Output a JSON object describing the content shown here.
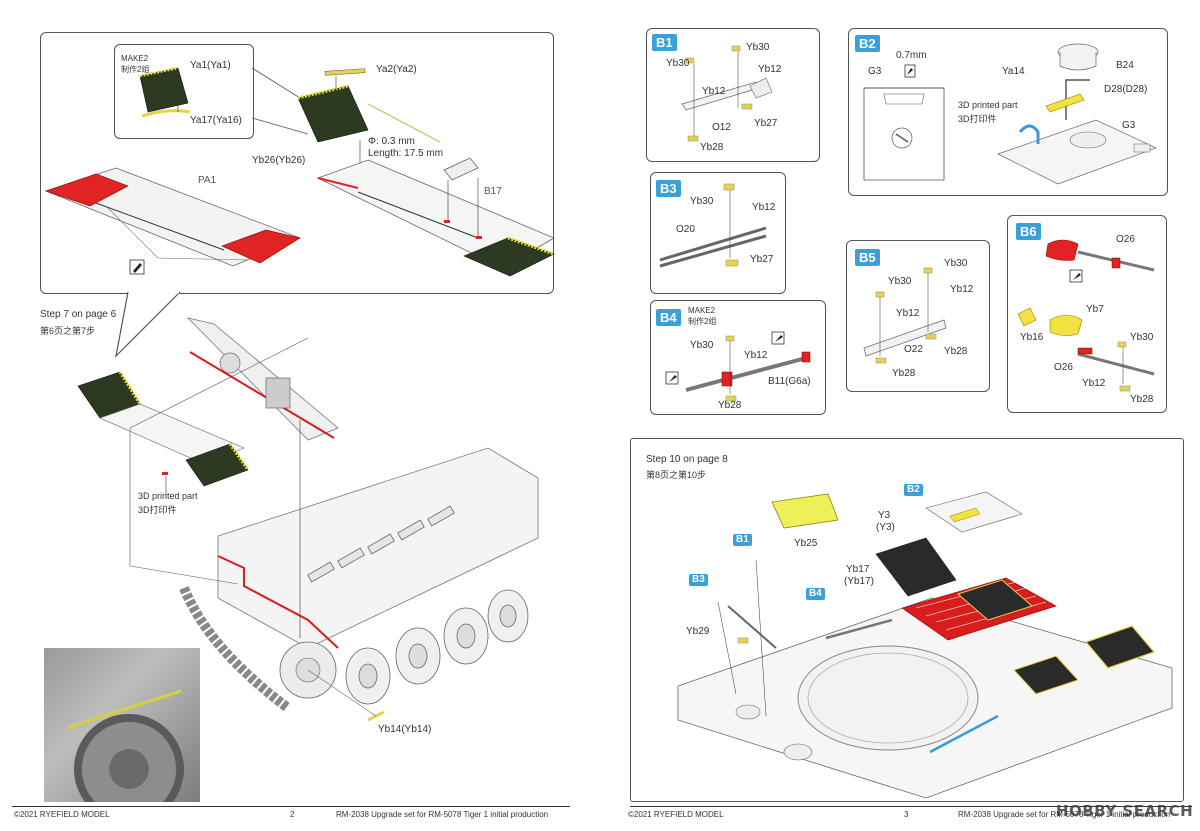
{
  "left_page": {
    "callout_labels": {
      "make2": "MAKE2",
      "make2_cn": "制作2组",
      "ya1": "Ya1(Ya1)",
      "ya17": "Ya17(Ya16)",
      "ya2": "Ya2(Ya2)",
      "yb26": "Yb26(Yb26)",
      "wire_dia": "Φ: 0.3 mm",
      "wire_len": "Length: 17.5 mm",
      "pa1": "PA1",
      "b17": "B17"
    },
    "step_ref": "Step 7 on page 6",
    "step_ref_cn": "第6页之第7步",
    "printed_part": "3D printed part",
    "printed_part_cn": "3D打印件",
    "yb14": "Yb14(Yb14)",
    "footer_left": "©2021 RYEFIELD MODEL",
    "page_number": "2",
    "footer_right": "RM-2038 Upgrade set for RM-5078 Tiger 1 initial production"
  },
  "right_page": {
    "b1": {
      "badge": "B1",
      "labels": [
        "Yb30",
        "Yb30",
        "Yb12",
        "Yb12",
        "O12",
        "Yb27",
        "Yb28"
      ]
    },
    "b2": {
      "badge": "B2",
      "dim": "0.7mm",
      "g3a": "G3",
      "b24": "B24",
      "ya14": "Ya14",
      "d28": "D28(D28)",
      "printed": "3D printed part",
      "printed_cn": "3D打印件",
      "g3b": "G3"
    },
    "b3": {
      "badge": "B3",
      "labels": [
        "Yb30",
        "Yb12",
        "O20",
        "Yb27"
      ]
    },
    "b4": {
      "badge": "B4",
      "make2": "MAKE2",
      "make2_cn": "制作2组",
      "labels": [
        "Yb30",
        "Yb12",
        "B11(G6a)",
        "Yb28"
      ]
    },
    "b5": {
      "badge": "B5",
      "labels": [
        "Yb30",
        "Yb30",
        "Yb12",
        "Yb12",
        "O22",
        "Yb28",
        "Yb28"
      ]
    },
    "b6": {
      "badge": "B6",
      "labels": [
        "O26",
        "Yb7",
        "Yb16",
        "Yb30",
        "O26",
        "Yb12",
        "Yb28"
      ]
    },
    "step_ref": "Step 10 on page 8",
    "step_ref_cn": "第8页之第10步",
    "main_labels": {
      "b2": "B2",
      "b1": "B1",
      "yb25": "Yb25",
      "y3": "Y3",
      "y3b": "(Y3)",
      "yb17": "Yb17",
      "yb17b": "(Yb17)",
      "b3": "B3",
      "b4": "B4",
      "yb29": "Yb29"
    },
    "footer_left": "©2021 RYEFIELD MODEL",
    "page_number": "3",
    "footer_right": "RM-2038 Upgrade set for RM-5078 Tiger 1 initial production",
    "watermark": "HOBBY SEARCH"
  }
}
